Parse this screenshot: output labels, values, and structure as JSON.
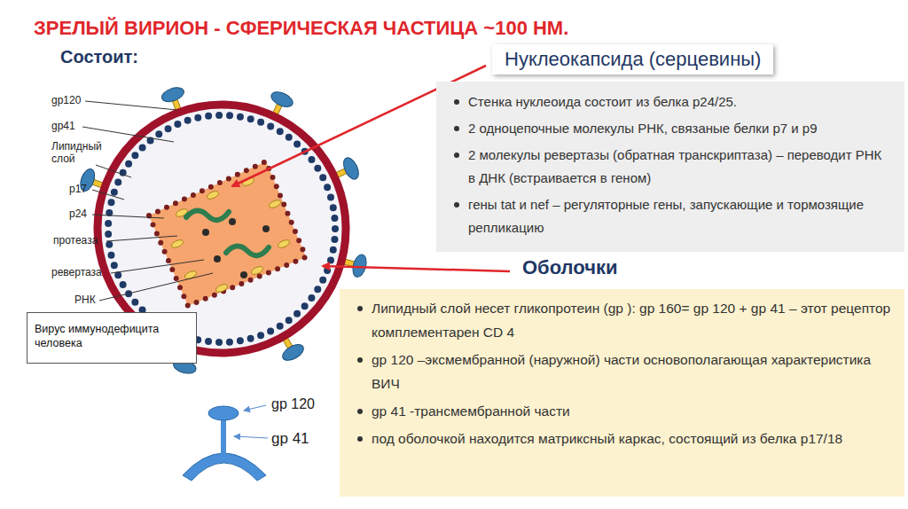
{
  "diagram": {
    "title": "ЗРЕЛЫЙ ВИРИОН - СФЕРИЧЕСКАЯ ЧАСТИЦА ~100 НМ.",
    "nodes": [
      {
        "text": [
          "Нуклеокапсида (серцевины)",
          "Стенка нуклеоида состоит из белка p24/25.",
          "2 одноцепочные молекулы РНК, связаные белки p7 и p9",
          "2 молекулы ревертазы (обратная транскриптаза) – переводит РНК в ДНК (встраивается в геном)",
          "гены tat и nef – регуляторные гены, запускающие и тормозящие репликацию"
        ]
      },
      {
        "text": [
          "Оболочки",
          "Липидный слой несет гликопротеин (gp ): gp 160= gp 120 + gp 41 – этот рецептор комплементарен CD 4",
          "gp 120 –эксмембранной (наружной) части основополагающая характеристика ВИЧ",
          "gp 41 -трансмембранной части",
          "под оболочкой находится матриксный каркас, состоящий из белка p17/18"
        ]
      },
      {
        "text": [
          "Вирус иммунодефицита человека"
        ]
      }
    ],
    "labels": [
      "Состоит:",
      "gp120",
      "gp41",
      "Липидный слой",
      "p17",
      "p24",
      "протеаза",
      "ревертаза",
      "РНК",
      "gp 120",
      "gp 41"
    ]
  }
}
